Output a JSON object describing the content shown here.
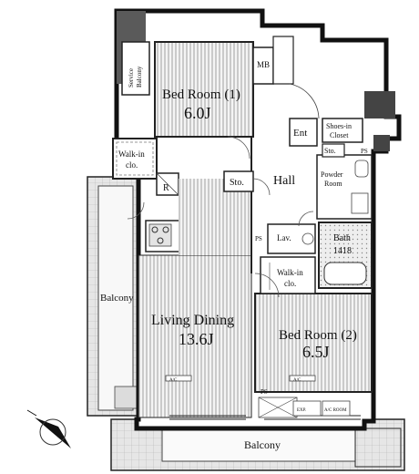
{
  "rooms": {
    "bedroom1": {
      "name": "Bed Room (1)",
      "size": "6.0J"
    },
    "bedroom2": {
      "name": "Bed Room (2)",
      "size": "6.5J"
    },
    "living": {
      "name": "Living Dining",
      "size": "13.6J"
    },
    "hall": {
      "name": "Hall"
    },
    "entrance": {
      "name": "Ent"
    },
    "walkin1": {
      "name": "Walk-in",
      "sub": "clo."
    },
    "walkin2": {
      "name": "Walk-in",
      "sub": "clo."
    },
    "storage_hall": {
      "name": "Sto."
    },
    "storage_ent": {
      "name": "Sto."
    },
    "shoes_closet": {
      "name": "Shoes-in",
      "sub": "Closet"
    },
    "powder_room": {
      "name": "Powder",
      "sub": "Room"
    },
    "bath": {
      "name": "Bath",
      "size": "1418"
    },
    "laundry": {
      "name": "Lav."
    },
    "mb": {
      "name": "MB"
    },
    "ps_labels": [
      "PS",
      "PS",
      "PS"
    ],
    "fridge": {
      "name": "R"
    },
    "service_balcony": {
      "name": "Service",
      "sub": "Balcony"
    },
    "balcony_west": {
      "name": "Balcony"
    },
    "balcony_south": {
      "name": "Balcony"
    },
    "ac_labels": [
      "A/C",
      "A/C"
    ],
    "unit_labels": [
      "EXP.",
      "A/C ROOM"
    ]
  },
  "compass": {
    "icon": "north-arrow-icon"
  }
}
